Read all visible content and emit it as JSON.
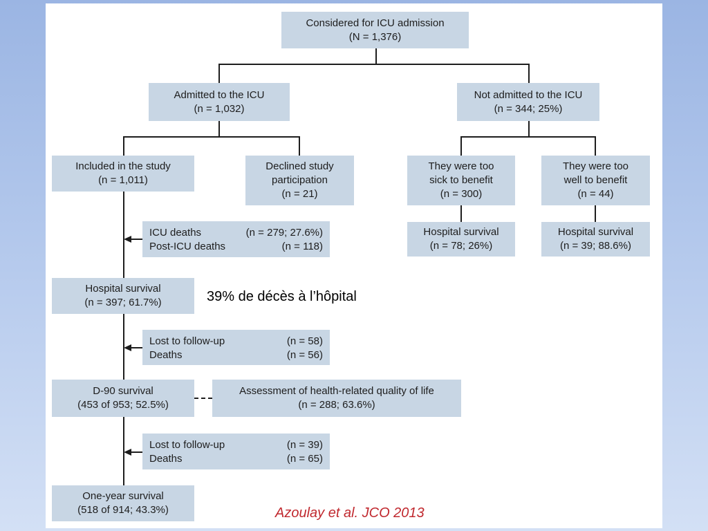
{
  "diagram": {
    "considered": {
      "line1": "Considered for ICU admission",
      "line2": "(N = 1,376)"
    },
    "admitted": {
      "line1": "Admitted to the ICU",
      "line2": "(n = 1,032)"
    },
    "not_admitted": {
      "line1": "Not admitted to the ICU",
      "line2": "(n = 344; 25%)"
    },
    "included": {
      "line1": "Included in the study",
      "line2": "(n = 1,011)"
    },
    "declined": {
      "line1": "Declined study",
      "line2": "participation",
      "line3": "(n = 21)"
    },
    "too_sick": {
      "line1": "They were too",
      "line2": "sick to benefit",
      "line3": "(n = 300)"
    },
    "too_well": {
      "line1": "They were too",
      "line2": "well to benefit",
      "line3": "(n = 44)"
    },
    "too_sick_survival": {
      "line1": "Hospital survival",
      "line2": "(n = 78; 26%)"
    },
    "too_well_survival": {
      "line1": "Hospital survival",
      "line2": "(n = 39; 88.6%)"
    },
    "icu_deaths": {
      "label1": "ICU deaths",
      "value1": "(n = 279; 27.6%)",
      "label2": "Post-ICU deaths",
      "value2": "(n = 118)"
    },
    "hospital_survival": {
      "line1": "Hospital survival",
      "line2": "(n = 397; 61.7%)"
    },
    "lost_1": {
      "label1": "Lost to follow-up",
      "value1": "(n = 58)",
      "label2": "Deaths",
      "value2": "(n = 56)"
    },
    "d90": {
      "line1": "D-90 survival",
      "line2": "(453 of 953; 52.5%)"
    },
    "qol": {
      "line1": "Assessment of health-related quality of life",
      "line2": "(n = 288; 63.6%)"
    },
    "lost_2": {
      "label1": "Lost to follow-up",
      "value1": "(n = 39)",
      "label2": "Deaths",
      "value2": "(n = 65)"
    },
    "one_year": {
      "line1": "One-year survival",
      "line2": "(518 of 914; 43.3%)"
    }
  },
  "annotation": "39% de décès à l’hôpital",
  "citation": "Azoulay et al. JCO 2013",
  "colors": {
    "box_fill": "#c8d6e4",
    "citation": "#c0282e",
    "background": "#b3c8ec"
  }
}
